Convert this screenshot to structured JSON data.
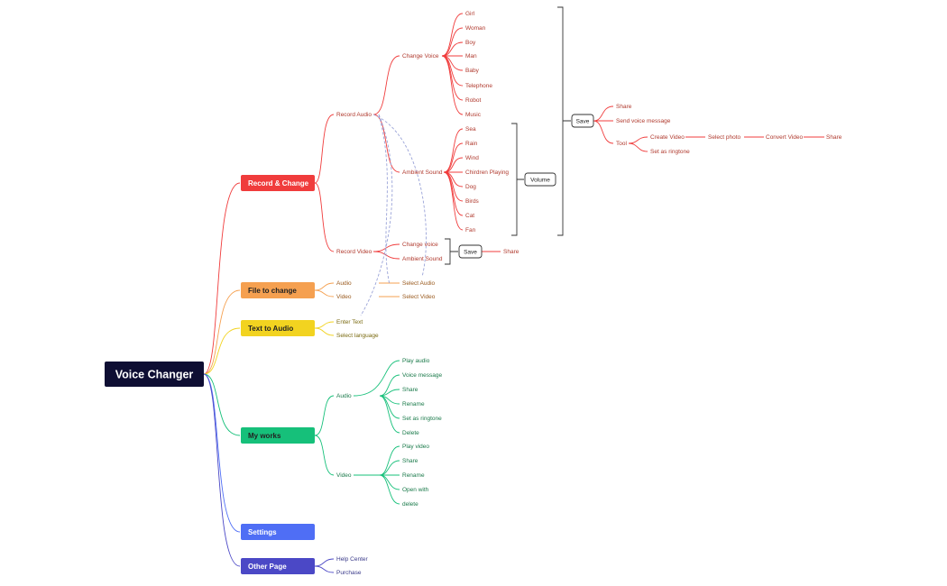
{
  "root": {
    "label": "Voice Changer",
    "color": "#0e0e33"
  },
  "colors": {
    "record": "#f03c3c",
    "file": "#f5a050",
    "text": "#f2d320",
    "works": "#16c07a",
    "settings": "#4f6ef5",
    "other": "#4b48c6",
    "text_red": "#b03a2e",
    "text_orange": "#9a5a1e",
    "text_yellow": "#7a6a10",
    "text_green": "#1a7a4a",
    "text_blue": "#3a3a8a",
    "dashed": "#9aa3d8"
  },
  "branches": {
    "record": {
      "label": "Record & Change",
      "record_audio": {
        "label": "Record Audio",
        "change_voice": {
          "label": "Change Voice",
          "items": [
            "Girl",
            "Woman",
            "Boy",
            "Man",
            "Baby",
            "Telephone",
            "Robot",
            "Music"
          ]
        },
        "ambient_sound": {
          "label": "Ambient Sound",
          "items": [
            "Sea",
            "Rain",
            "Wind",
            "Chirdren Playing",
            "Dog",
            "Birds",
            "Cat",
            "Fan"
          ]
        },
        "volume": "Volume",
        "save": {
          "label": "Save",
          "share": "Share",
          "send": "Send voice message",
          "tool": {
            "label": "Tool",
            "create_video": "Create Video",
            "select_photo": "Select  photo",
            "convert_video": "Convert Video",
            "share": "Share",
            "ringtone": "Set as ringtone"
          }
        }
      },
      "record_video": {
        "label": "Record Video",
        "change_voice": "Change voice",
        "ambient_sound": "Ambient Sound",
        "save": "Save",
        "share": "Share"
      }
    },
    "file": {
      "label": "File to change",
      "audio": "Audio",
      "video": "Video",
      "select_audio": "Select Audio",
      "select_video": "Select Video"
    },
    "text": {
      "label": "Text to Audio",
      "enter_text": "Enter Text",
      "select_language": "Select language"
    },
    "works": {
      "label": "My works",
      "audio": {
        "label": "Audio",
        "items": [
          "Play audio",
          "Voice message",
          "Share",
          "Rename",
          "Set as ringtone",
          "Delete"
        ]
      },
      "video": {
        "label": "Video",
        "items": [
          "Play video",
          "Share",
          "Rename",
          "Open with",
          "delete"
        ]
      }
    },
    "settings": {
      "label": "Settings"
    },
    "other": {
      "label": "Other Page",
      "items": [
        "Help Center",
        "Purchase"
      ]
    }
  }
}
